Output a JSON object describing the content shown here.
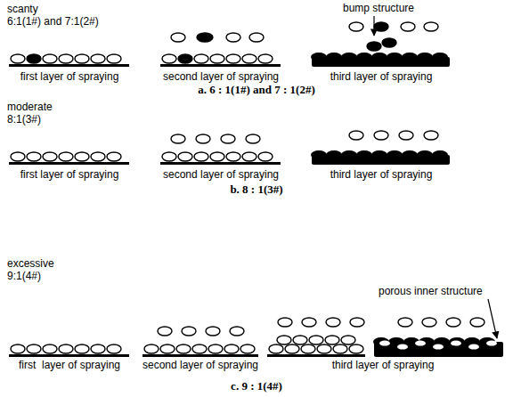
{
  "diagram": {
    "labels": [
      "scanty",
      "6:1(1#) and 7:1(2#)",
      "bump structure",
      "first layer of spraying",
      "second layer of spraying",
      "third layer of spraying",
      "a. 6 : 1(1#) and 7 : 1(2#)",
      "moderate",
      "8:1(3#)",
      "first layer of spraying",
      "second layer of spraying",
      "third layer of spraying",
      "b. 8 : 1(3#)",
      "excessive",
      "9:1(4#)",
      "porous inner structure",
      "first  layer of spraying",
      "second layer of spraying",
      "third layer of spraying",
      "c. 9 : 1(4#)"
    ]
  }
}
